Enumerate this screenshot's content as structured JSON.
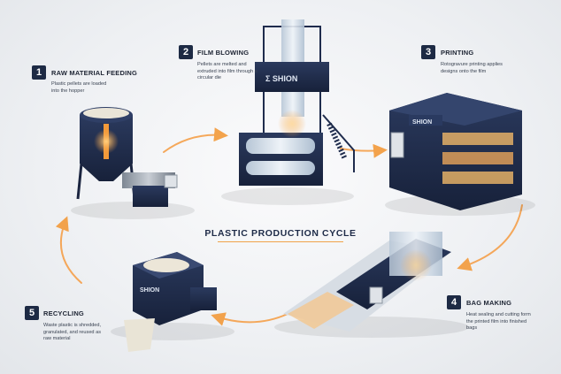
{
  "diagram_title": "PLASTIC PRODUCTION CYCLE",
  "brand_mark": "SHION",
  "steps": [
    {
      "number": "1",
      "title": "RAW MATERIAL FEEDING",
      "description": "Plastic pellets are loaded into the hopper"
    },
    {
      "number": "2",
      "title": "FILM BLOWING",
      "description": "Pellets are melted and extruded into film through a circular die"
    },
    {
      "number": "3",
      "title": "PRINTING",
      "description": "Rotogravure printing applies designs onto the film"
    },
    {
      "number": "4",
      "title": "BAG MAKING",
      "description": "Heat sealing and cutting form the printed film into finished bags"
    },
    {
      "number": "5",
      "title": "RECYCLING",
      "description": "Waste plastic is shredded, granulated, and reused as raw material"
    }
  ],
  "colors": {
    "machine_navy": "#1f2c4d",
    "accent_glow": "#f39a3a",
    "badge": "#1d2a44",
    "steel": "#9aa3ae",
    "film": "#c9d6e3"
  }
}
